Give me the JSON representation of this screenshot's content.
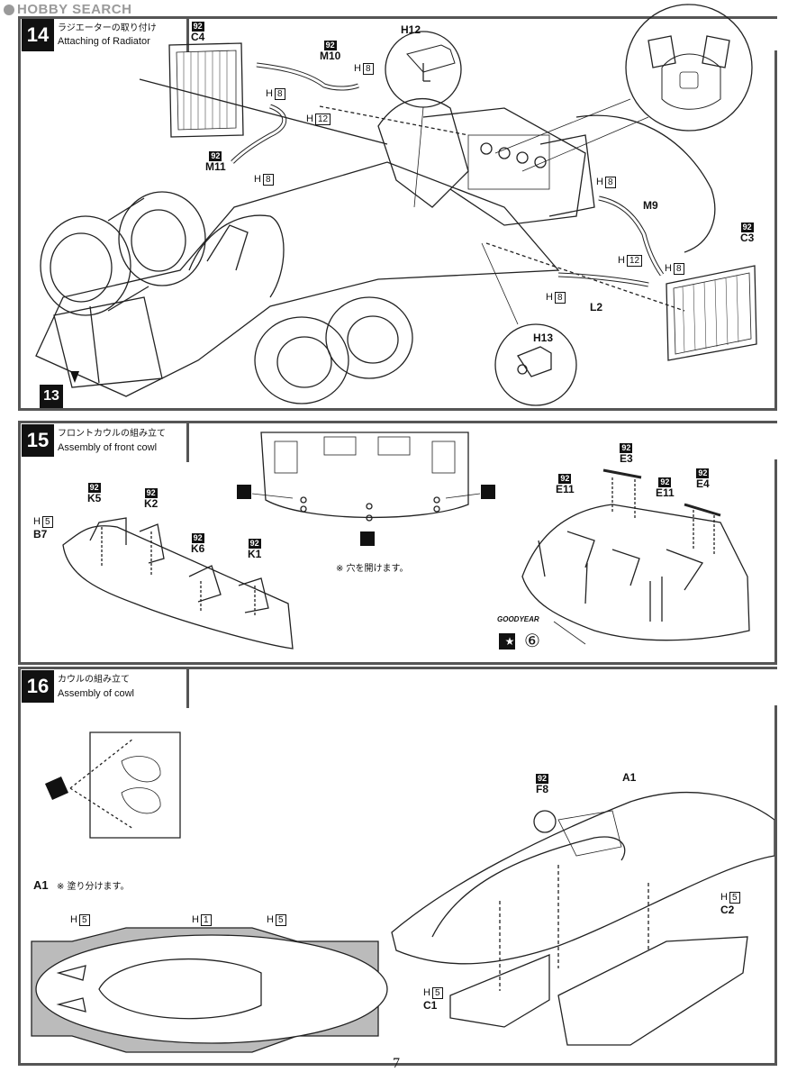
{
  "watermark": "HOBBY SEARCH",
  "steps": [
    {
      "number": "14",
      "title_ja": "ラジエーターの取り付け",
      "title_en": "Attaching of Radiator"
    },
    {
      "number": "15",
      "title_ja": "フロントカウルの組み立て",
      "title_en": "Assembly  of front cowl"
    },
    {
      "number": "16",
      "title_ja": "カウルの組み立て",
      "title_en": "Assembly of cowl"
    }
  ],
  "step14": {
    "ref_step": "13",
    "parts": {
      "c4": "C4",
      "m10": "M10",
      "m11": "M11",
      "h12": "H12",
      "m9": "M9",
      "c3": "C3",
      "l2": "L2",
      "h13": "H13"
    },
    "paint": {
      "h8": "8",
      "h12": "12"
    }
  },
  "step15": {
    "parts": {
      "k5": "K5",
      "k2": "K2",
      "k6": "K6",
      "k1": "K1",
      "b7": "B7",
      "e3": "E3",
      "e11": "E11",
      "e4": "E4"
    },
    "paint": {
      "h5": "5"
    },
    "note": "※ 穴を開けます。",
    "decal_number": "⑥",
    "logo": "GOODYEAR"
  },
  "step16": {
    "parts": {
      "a1": "A1",
      "f8": "F8",
      "c2": "C2",
      "c1": "C1"
    },
    "paint": {
      "h5": "5",
      "h1": "1"
    },
    "paint_note": "※ 塗り分けます。"
  },
  "common": {
    "paint_prefix": "H",
    "badge": "92"
  },
  "page_number": "7"
}
